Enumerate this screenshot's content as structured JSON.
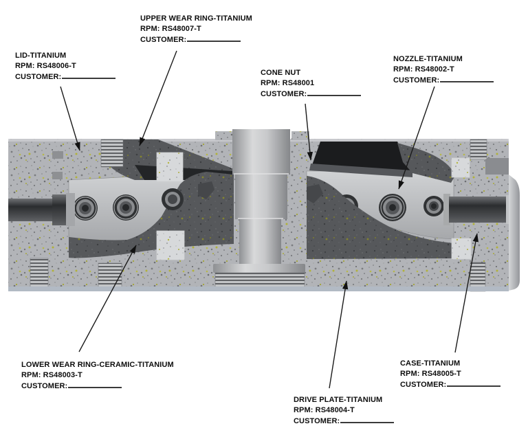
{
  "figure": {
    "type": "cross-section-part-callout-diagram",
    "background": "#ffffff"
  },
  "labels": [
    {
      "id": "upper-wear-ring",
      "name": "UPPER WEAR RING-TITANIUM",
      "rpm": "RPM: RS48007-T",
      "customer": "CUSTOMER:"
    },
    {
      "id": "lid",
      "name": "LID-TITANIUM",
      "rpm": "RPM: RS48006-T",
      "customer": "CUSTOMER:"
    },
    {
      "id": "cone-nut",
      "name": "CONE NUT",
      "rpm": "RPM: RS48001",
      "customer": "CUSTOMER:"
    },
    {
      "id": "nozzle",
      "name": "NOZZLE-TITANIUM",
      "rpm": "RPM: RS48002-T",
      "customer": "CUSTOMER:"
    },
    {
      "id": "lower-wear-ring",
      "name": "LOWER WEAR RING-CERAMIC-TITANIUM",
      "rpm": "RPM: RS48003-T",
      "customer": "CUSTOMER:"
    },
    {
      "id": "drive-plate",
      "name": "DRIVE PLATE-TITANIUM",
      "rpm": "RPM: RS48004-T",
      "customer": "CUSTOMER:"
    },
    {
      "id": "case",
      "name": "CASE-TITANIUM",
      "rpm": "RPM: RS48005-T",
      "customer": "CUSTOMER:"
    }
  ],
  "colors": {
    "label_text": "#0d0d0d",
    "leader_line": "#1a1a1a",
    "body_metal_base": "#b2b4b8",
    "body_fleck_yellow": "#b1b23a",
    "wear_ring_dark": "#56585b",
    "shadow_black": "#1b1c1e",
    "chamber_light": "#cdcfd1",
    "shaft_highlight": "#d8d9da"
  }
}
